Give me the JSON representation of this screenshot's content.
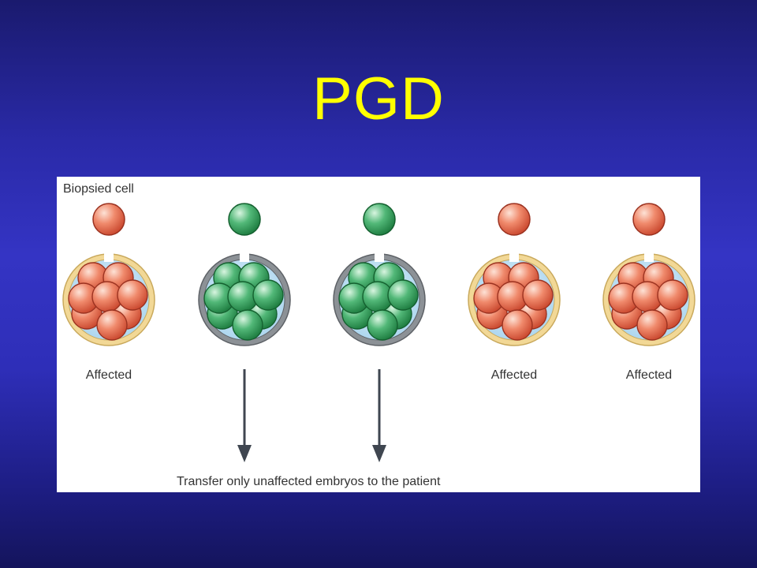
{
  "slide": {
    "title": "PGD"
  },
  "diagram": {
    "biopsied_label": "Biopsied cell",
    "embryos": [
      {
        "status": "affected",
        "label": "Affected"
      },
      {
        "status": "unaffected",
        "label": ""
      },
      {
        "status": "unaffected",
        "label": ""
      },
      {
        "status": "affected",
        "label": "Affected"
      },
      {
        "status": "affected",
        "label": "Affected"
      }
    ],
    "transfer_text": "Transfer only unaffected embryos to the patient"
  },
  "colors": {
    "affected_cell": "#e8674a",
    "unaffected_cell": "#2e9e58",
    "affected_zona": "#f2d896",
    "unaffected_zona": "#8c9196",
    "fluid": "#bfe0f2",
    "arrow": "#3f4650",
    "title": "#ffff00"
  }
}
